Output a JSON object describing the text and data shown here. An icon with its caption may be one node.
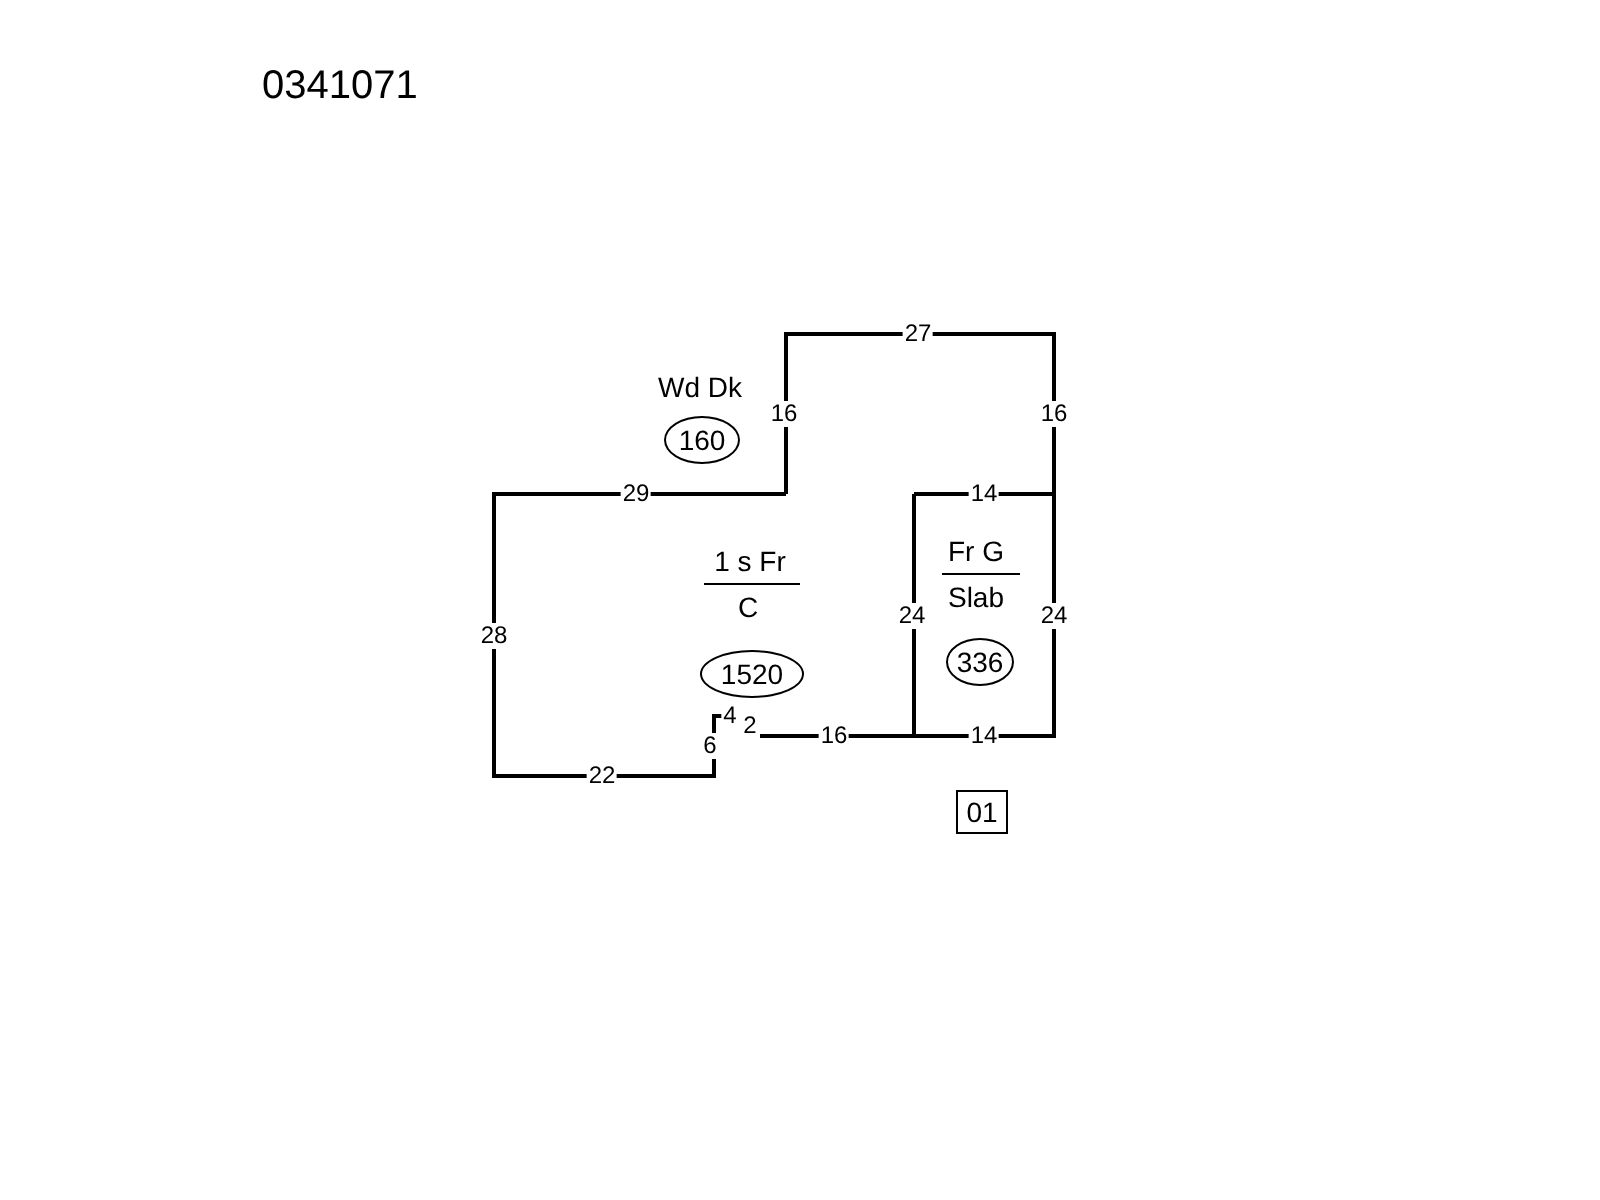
{
  "diagram": {
    "title": "0341071",
    "nodes": [
      {
        "text": [
          "160"
        ]
      },
      {
        "text": [
          "1520"
        ]
      },
      {
        "text": [
          "336"
        ]
      },
      {
        "text": [
          "01"
        ]
      }
    ],
    "edges": [],
    "labels": [
      "27",
      "Wd Dk",
      "16",
      "16",
      "29",
      "14",
      "1 s Fr",
      "Fr G",
      "Slab",
      "C",
      "28",
      "24",
      "24",
      "4",
      "2",
      "6",
      "16",
      "14",
      "22"
    ]
  }
}
